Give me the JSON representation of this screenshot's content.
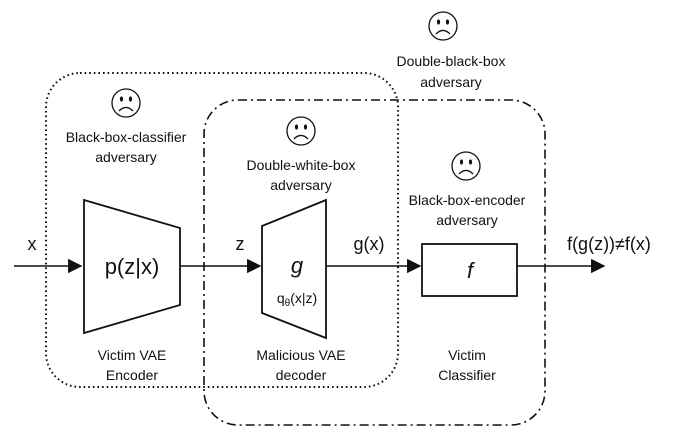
{
  "adversaries": {
    "black_box_classifier": {
      "line1": "Black-box-classifier",
      "line2": "adversary"
    },
    "double_white_box": {
      "line1": "Double-white-box",
      "line2": "adversary"
    },
    "double_black_box": {
      "line1": "Double-black-box",
      "line2": "adversary"
    },
    "black_box_encoder": {
      "line1": "Black-box-encoder",
      "line2": "adversary"
    }
  },
  "icons": {
    "adversary_face": "sad-face-icon"
  },
  "flow": {
    "input_label": "x",
    "latent_label": "z",
    "decoder_output_label": "g(x)",
    "final_output_label": "f(g(z))≠f(x)"
  },
  "encoder": {
    "expression": "p(z|x)",
    "caption_line1": "Victim VAE",
    "caption_line2": "Encoder"
  },
  "decoder": {
    "symbol": "g",
    "expression_prefix": "q",
    "expression_subscript": "θ",
    "expression_suffix": "(x|z)",
    "caption_line1": "Malicious VAE",
    "caption_line2": "decoder"
  },
  "classifier": {
    "symbol": "f",
    "caption_line1": "Victim",
    "caption_line2": "Classifier"
  },
  "colors": {
    "stroke": "#111111",
    "background": "#ffffff"
  }
}
